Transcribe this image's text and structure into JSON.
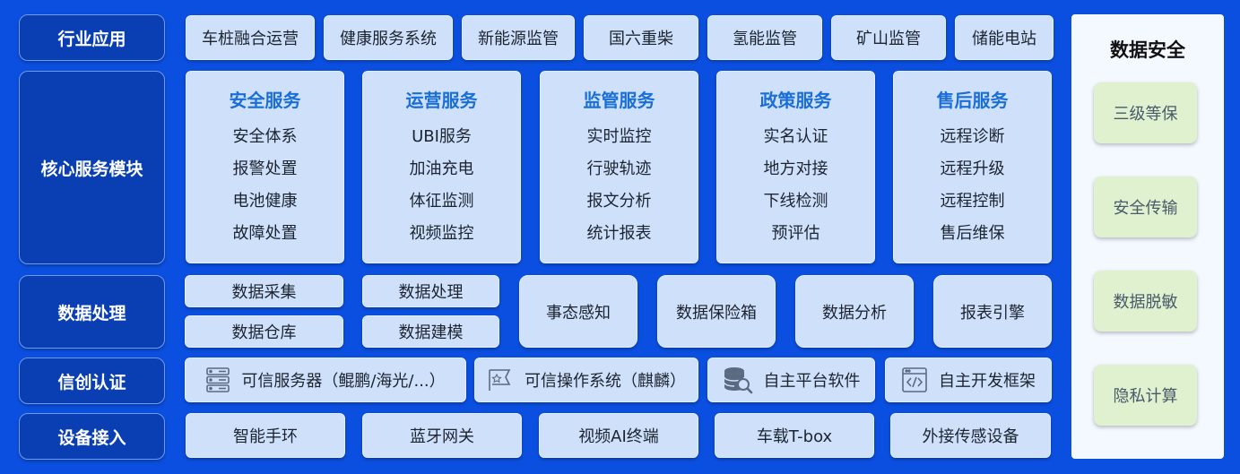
{
  "rows": {
    "industry": "行业应用",
    "core": "核心服务模块",
    "data": "数据处理",
    "xinchuang": "信创认证",
    "device": "设备接入"
  },
  "industry_apps": [
    "车桩融合运营",
    "健康服务系统",
    "新能源监管",
    "国六重柴",
    "氢能监管",
    "矿山监管",
    "储能电站"
  ],
  "core_modules": [
    {
      "title": "安全服务",
      "items": [
        "安全体系",
        "报警处置",
        "电池健康",
        "故障处置"
      ]
    },
    {
      "title": "运营服务",
      "items": [
        "UBI服务",
        "加油充电",
        "体征监测",
        "视频监控"
      ]
    },
    {
      "title": "监管服务",
      "items": [
        "实时监控",
        "行驶轨迹",
        "报文分析",
        "统计报表"
      ]
    },
    {
      "title": "政策服务",
      "items": [
        "实名认证",
        "地方对接",
        "下线检测",
        "预评估"
      ]
    },
    {
      "title": "售后服务",
      "items": [
        "远程诊断",
        "远程升级",
        "远程控制",
        "售后维保"
      ]
    }
  ],
  "data_processing": {
    "small": [
      "数据采集",
      "数据处理",
      "数据仓库",
      "数据建模"
    ],
    "large": [
      "事态感知",
      "数据保险箱",
      "数据分析",
      "报表引擎"
    ]
  },
  "xinchuang_items": [
    {
      "label": "可信服务器（鲲鹏/海光/...）",
      "icon": "server-icon"
    },
    {
      "label": "可信操作系统（麒麟）",
      "icon": "os-flag-icon"
    },
    {
      "label": "自主平台软件",
      "icon": "database-search-icon"
    },
    {
      "label": "自主开发框架",
      "icon": "code-window-icon"
    }
  ],
  "devices": [
    "智能手环",
    "蓝牙网关",
    "视频AI终端",
    "车载T-box",
    "外接传感设备"
  ],
  "security": {
    "title": "数据安全",
    "items": [
      "三级等保",
      "安全传输",
      "数据脱敏",
      "隐私计算"
    ]
  }
}
